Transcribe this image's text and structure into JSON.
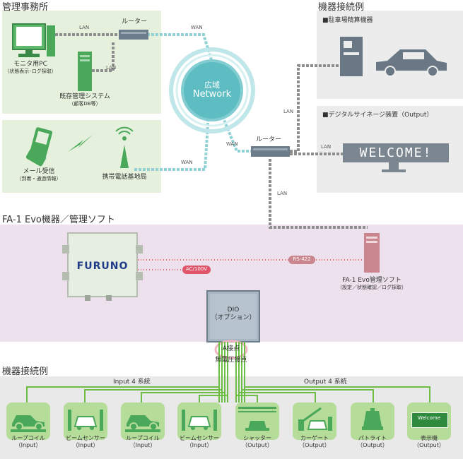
{
  "sections": {
    "office": "管理事務所",
    "devices_top": "機器接続例",
    "fa1": "FA-1 Evo機器／管理ソフト",
    "devices_bottom": "機器接続例"
  },
  "office": {
    "router": "ルーター",
    "lan1": "LAN",
    "lan2": "LAN",
    "wan1": "WAN",
    "monitor_pc": "モニタ用PC",
    "monitor_pc_sub": "（状態表示･ログ採取）",
    "legacy_system": "既存管理システム",
    "legacy_system_sub": "（顧客DB等）"
  },
  "mobile": {
    "mail": "メール受信",
    "mail_sub": "（到着・通過情報）",
    "base_station": "携帯電話基地局",
    "wan2": "WAN"
  },
  "network": {
    "line1": "広域",
    "line2": "Network",
    "wan3": "WAN",
    "router": "ルーター",
    "lan_up": "LAN",
    "lan_right": "LAN",
    "lan_down": "LAN"
  },
  "devices": {
    "parking_title": "■駐車場精算機器",
    "signage_title": "■デジタルサイネージ装置（Output）",
    "led_text": "WELCOME!"
  },
  "fa1": {
    "brand": "FURUNO",
    "ac": "AC/100V",
    "rs422": "RS-422",
    "soft": "FA-1 Evo管理ソフト",
    "soft_sub": "（設定／状態確認／ログ採取）",
    "dio_line1": "DIO",
    "dio_line2": "（オプション）",
    "contact_a": "A接点",
    "contact_b": "無電圧接点"
  },
  "bottom": {
    "input_label": "Input 4 系統",
    "output_label": "Output 4 系統",
    "display_text": "Welcome",
    "items": [
      {
        "name": "ループコイル",
        "io": "（Input）"
      },
      {
        "name": "ビームセンサー",
        "io": "（Input）"
      },
      {
        "name": "ループコイル",
        "io": "（Input）"
      },
      {
        "name": "ビームセンサー",
        "io": "（Input）"
      },
      {
        "name": "シャッター",
        "io": "（Output）"
      },
      {
        "name": "カーゲート",
        "io": "（Output）"
      },
      {
        "name": "パトライト",
        "io": "（Output）"
      },
      {
        "name": "表示機",
        "io": "（Output）"
      }
    ]
  },
  "colors": {
    "green_panel": "#e5f1dc",
    "gray_panel": "#ececec",
    "pink_band": "#ece1ec",
    "teal_line": "#8fd1d4",
    "gray_line": "#8d8d8d",
    "green_wire": "#6bbd45",
    "red_dot": "#e86666",
    "tile": "#b6dc9a"
  }
}
